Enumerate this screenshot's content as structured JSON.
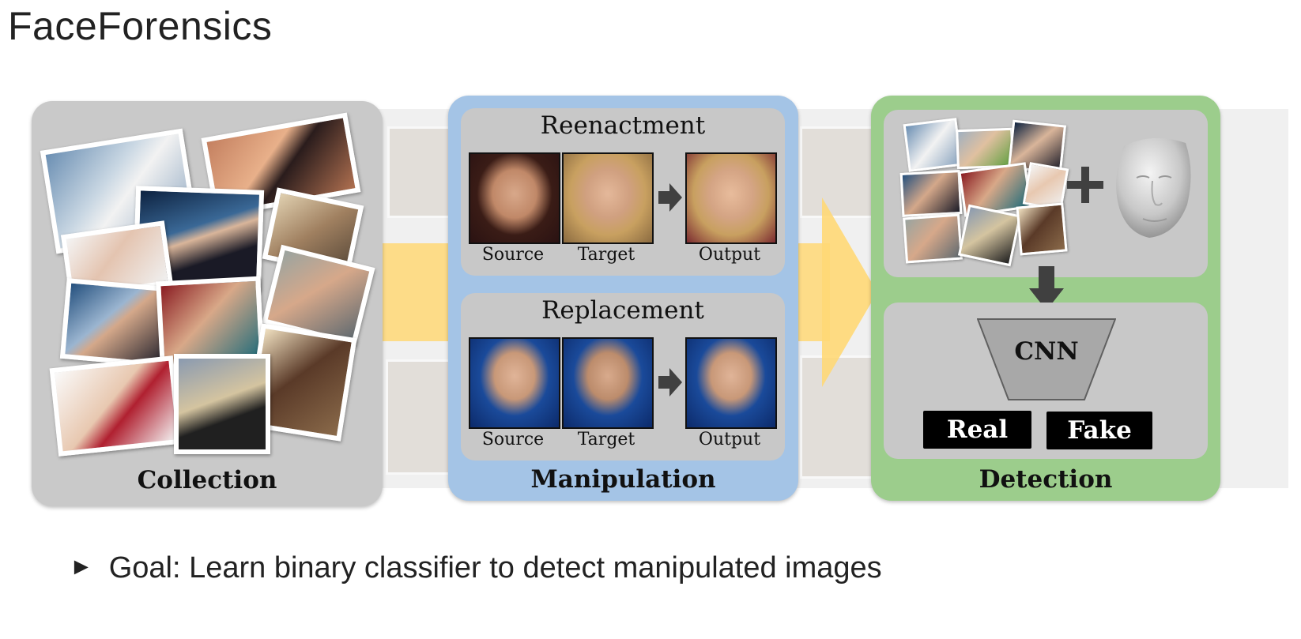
{
  "page": {
    "title": "FaceForensics"
  },
  "panels": {
    "collection": {
      "label": "Collection"
    },
    "manipulation": {
      "label": "Manipulation",
      "reenactment": {
        "title": "Reenactment",
        "captions": [
          "Source",
          "Target",
          "Output"
        ]
      },
      "replacement": {
        "title": "Replacement",
        "captions": [
          "Source",
          "Target",
          "Output"
        ]
      }
    },
    "detection": {
      "label": "Detection",
      "plus_symbol": "+",
      "cnn_label": "CNN",
      "real_label": "Real",
      "fake_label": "Fake"
    }
  },
  "bullet": {
    "marker": "►",
    "text": "Goal: Learn binary classifier to detect manipulated images"
  },
  "colors": {
    "collection_bg": "#c9c9c9",
    "manipulation_bg": "#a4c4e6",
    "detection_bg": "#9ccd8c",
    "flow_arrow": "#ffd875",
    "down_arrow": "#404040"
  },
  "icons": [
    "arrow-right-icon",
    "arrow-down-icon",
    "plus-icon",
    "face-mesh-icon",
    "bullet-triangle-icon"
  ]
}
